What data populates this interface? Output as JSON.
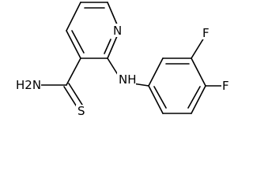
{
  "molecule": {
    "atoms": {
      "pyridine_n": "N",
      "amine": "NH",
      "amide_n": "H2N",
      "thio_s": "S",
      "fluoro_3": "F",
      "fluoro_4": "F"
    }
  },
  "colors": {
    "bond": "#000000",
    "label": "#000000",
    "background": "#ffffff"
  }
}
